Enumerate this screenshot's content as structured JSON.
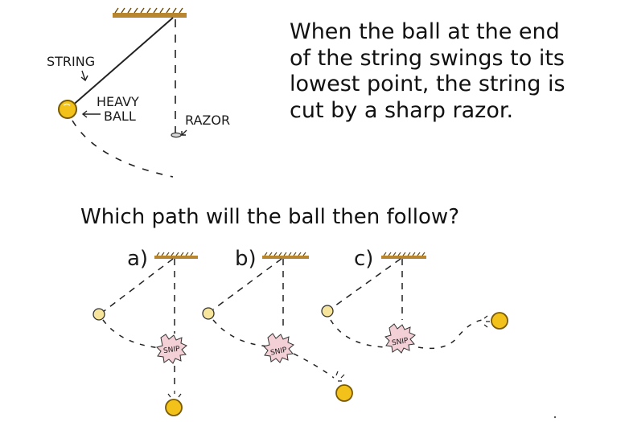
{
  "labels": {
    "string": "STRING",
    "heavy": "HEAVY",
    "ball": "BALL",
    "razor": "RAZOR",
    "snip": "SNIP"
  },
  "description": [
    "When the ball at the end",
    "of the string swings to its",
    "lowest point, the string is",
    "cut by a sharp razor."
  ],
  "question": "Which path will the ball then follow?",
  "options": [
    {
      "label": "a)"
    },
    {
      "label": "b)"
    },
    {
      "label": "c)"
    }
  ],
  "colors": {
    "ball": "#f2c21b",
    "ball_outline": "#7a5a00",
    "ceiling": "#b8862e",
    "snip_fill": "#f3cfd6",
    "ink": "#1a1a1a"
  }
}
